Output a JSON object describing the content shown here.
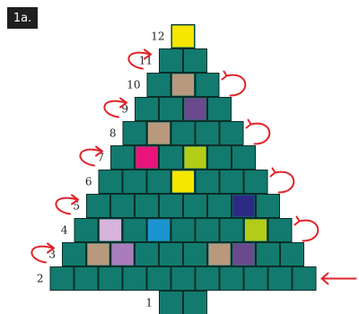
{
  "badge": {
    "label": "1a."
  },
  "colors": {
    "tile": "#127a6e",
    "grid": "#0a2e29",
    "arrow": "#e0242a",
    "label": "#222222",
    "badge_bg": "#1f1f1f",
    "badge_text": "#ffffff"
  },
  "rows": [
    {
      "label": "1",
      "count": 2,
      "arrow": "none",
      "ornaments": []
    },
    {
      "label": "2",
      "count": 11,
      "arrow": "right",
      "ornaments": []
    },
    {
      "label": "3",
      "count": 10,
      "arrow": "left",
      "ornaments": [
        {
          "index": 1,
          "color": "#b8997e"
        },
        {
          "index": 2,
          "color": "#a97dbb"
        },
        {
          "index": 6,
          "color": "#b8997e"
        },
        {
          "index": 7,
          "color": "#6a4a8d"
        }
      ]
    },
    {
      "label": "4",
      "count": 9,
      "arrow": "right",
      "ornaments": [
        {
          "index": 1,
          "color": "#d6b4db"
        },
        {
          "index": 3,
          "color": "#1d93d1"
        },
        {
          "index": 7,
          "color": "#b3cc18"
        }
      ]
    },
    {
      "label": "5",
      "count": 8,
      "arrow": "left",
      "ornaments": [
        {
          "index": 6,
          "color": "#2c2a83"
        }
      ]
    },
    {
      "label": "6",
      "count": 7,
      "arrow": "right",
      "ornaments": [
        {
          "index": 3,
          "color": "#f7e600"
        }
      ]
    },
    {
      "label": "7",
      "count": 6,
      "arrow": "left",
      "ornaments": [
        {
          "index": 1,
          "color": "#e8147a"
        },
        {
          "index": 3,
          "color": "#b3cc18"
        }
      ]
    },
    {
      "label": "8",
      "count": 5,
      "arrow": "right",
      "ornaments": [
        {
          "index": 1,
          "color": "#b8997e"
        }
      ]
    },
    {
      "label": "9",
      "count": 4,
      "arrow": "left",
      "ornaments": [
        {
          "index": 2,
          "color": "#6a4a8d"
        }
      ]
    },
    {
      "label": "10",
      "count": 3,
      "arrow": "right",
      "ornaments": [
        {
          "index": 1,
          "color": "#b8997e"
        }
      ]
    },
    {
      "label": "11",
      "count": 2,
      "arrow": "left",
      "ornaments": []
    },
    {
      "label": "12",
      "count": 1,
      "arrow": "none",
      "ornaments": [
        {
          "index": 0,
          "color": "#f7e600"
        }
      ]
    }
  ]
}
